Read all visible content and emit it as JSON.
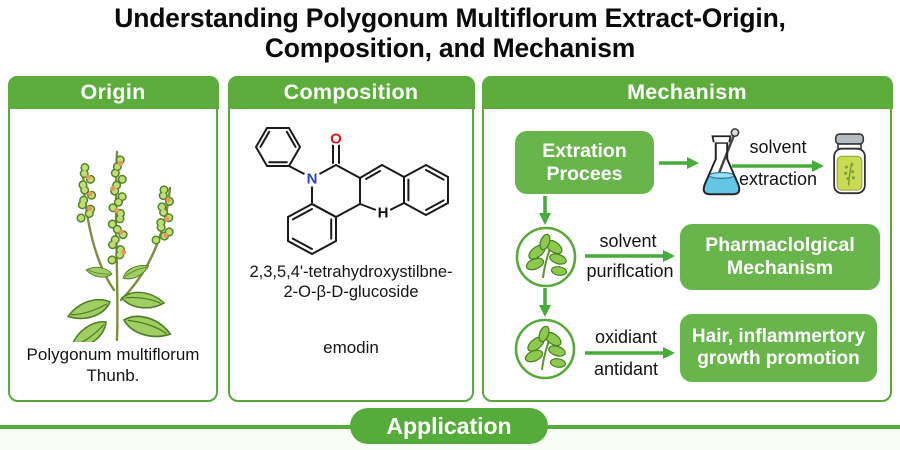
{
  "title": {
    "line1": "Understanding Polygonum Multiflorum Extract-Origin,",
    "line2": "Composition, and Mechanism"
  },
  "origin": {
    "header": "Origin",
    "caption": "Polygonum multiflorum Thunb."
  },
  "composition": {
    "header": "Composition",
    "atom_labels": {
      "nitrogen": "N",
      "oxygen": "O",
      "hydrogen": "H"
    },
    "compound_name_line1": "2,3,5,4'-tetrahydroxystilbne-",
    "compound_name_line2": "2-O-β-D-glucoside",
    "compound_name_2": "emodin"
  },
  "mechanism": {
    "header": "Mechanism",
    "extraction_box": "Extration Procees",
    "solvent_extraction": {
      "top": "solvent",
      "bottom": "extraction"
    },
    "solvent_purification": {
      "top": "solvent",
      "bottom": "puriflcation"
    },
    "pharmacological_box": "Pharmaclolgical Mechanism",
    "oxidant_antioxidant": {
      "top": "oxidiant",
      "bottom": "antidant"
    },
    "hair_growth_box": "Hair, inflammertory growth promotion"
  },
  "application": {
    "label": "Application"
  },
  "colors": {
    "header_green": "#5cad3c",
    "box_green": "#68b54b",
    "border_green": "#58a93c",
    "arrow_green": "#47ad3a",
    "banner_green": "#55ac3a",
    "nitrogen_blue": "#2f3fd0",
    "oxygen_red": "#e01212",
    "flask_liquid_blue": "#62c6e6",
    "jar_liquid_green": "#c9da55",
    "leaf_green": "#8cc94e"
  },
  "icons": {
    "plant": "polygonum-plant-illustration",
    "molecule": "molecule-structure",
    "flask": "erlenmeyer-flask-icon",
    "jar": "extract-jar-icon",
    "leaf_circle": "leaf-sprig-circle-icon",
    "arrow_right": "arrow-right-icon",
    "arrow_down": "arrow-down-icon"
  }
}
